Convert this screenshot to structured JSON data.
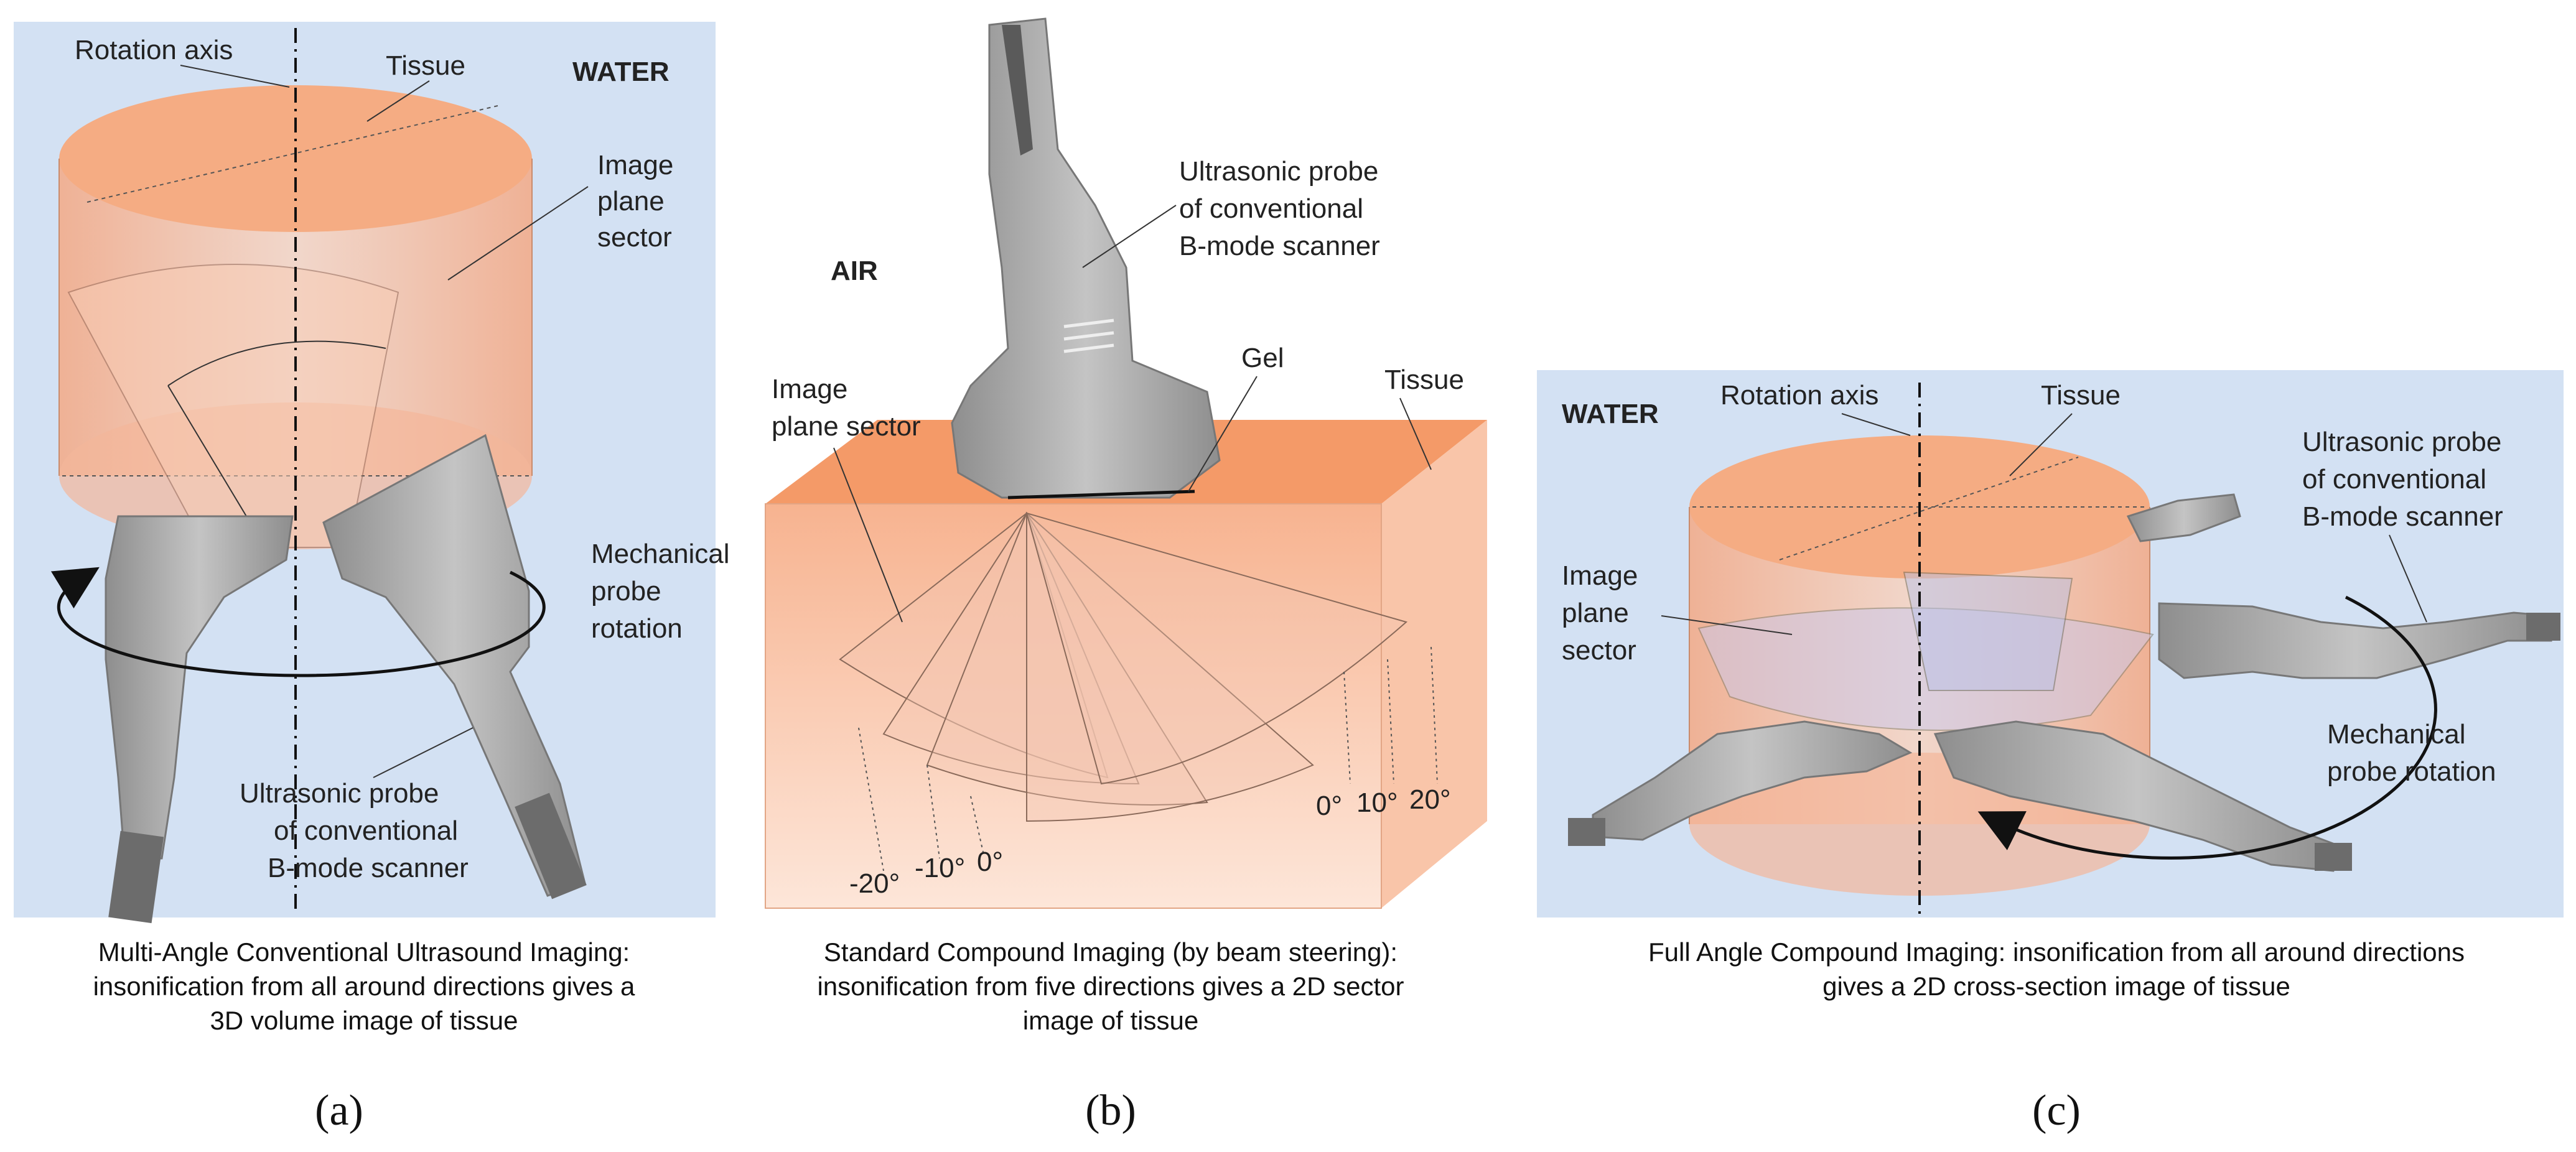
{
  "panel_a": {
    "labels": {
      "rotation_axis": "Rotation axis",
      "tissue": "Tissue",
      "water": "WATER",
      "image_plane_1": "Image",
      "image_plane_2": "plane",
      "image_plane_3": "sector",
      "mech_rot_1": "Mechanical",
      "mech_rot_2": "probe",
      "mech_rot_3": "rotation",
      "probe_1": "Ultrasonic probe",
      "probe_2": "of conventional",
      "probe_3": "B-mode scanner"
    },
    "caption": [
      "Multi-Angle Conventional Ultrasound Imaging:",
      "insonification from all around directions gives a",
      "3D volume image of tissue"
    ],
    "letter": "(a)"
  },
  "panel_b": {
    "labels": {
      "probe_1": "Ultrasonic probe",
      "probe_2": "of conventional",
      "probe_3": "B-mode scanner",
      "air": "AIR",
      "gel": "Gel",
      "tissue": "Tissue",
      "image_plane_1": "Image",
      "image_plane_2": "plane sector",
      "angle_m20": "-20°",
      "angle_m10": "-10°",
      "angle_0a": "0°",
      "angle_0b": "0°",
      "angle_10": "10°",
      "angle_20": "20°"
    },
    "caption": [
      "Standard Compound Imaging (by beam steering):",
      "insonification from five directions gives a 2D sector",
      "image of tissue"
    ],
    "letter": "(b)"
  },
  "panel_c": {
    "labels": {
      "water": "WATER",
      "rotation_axis": "Rotation axis",
      "tissue": "Tissue",
      "probe_1": "Ultrasonic probe",
      "probe_2": "of conventional",
      "probe_3": "B-mode scanner",
      "image_plane_1": "Image",
      "image_plane_2": "plane",
      "image_plane_3": "sector",
      "mech_rot_1": "Mechanical",
      "mech_rot_2": "probe rotation"
    },
    "caption": [
      "Full Angle Compound Imaging: insonification from all around directions",
      "gives a 2D cross-section image of tissue"
    ],
    "letter": "(c)"
  },
  "colors": {
    "water_bg": "#d3e1f3",
    "tissue": "#f6b08c",
    "tissue_top": "#f4a47a",
    "probe": "#a9a9a9",
    "probe_dark": "#6c6c6c"
  }
}
